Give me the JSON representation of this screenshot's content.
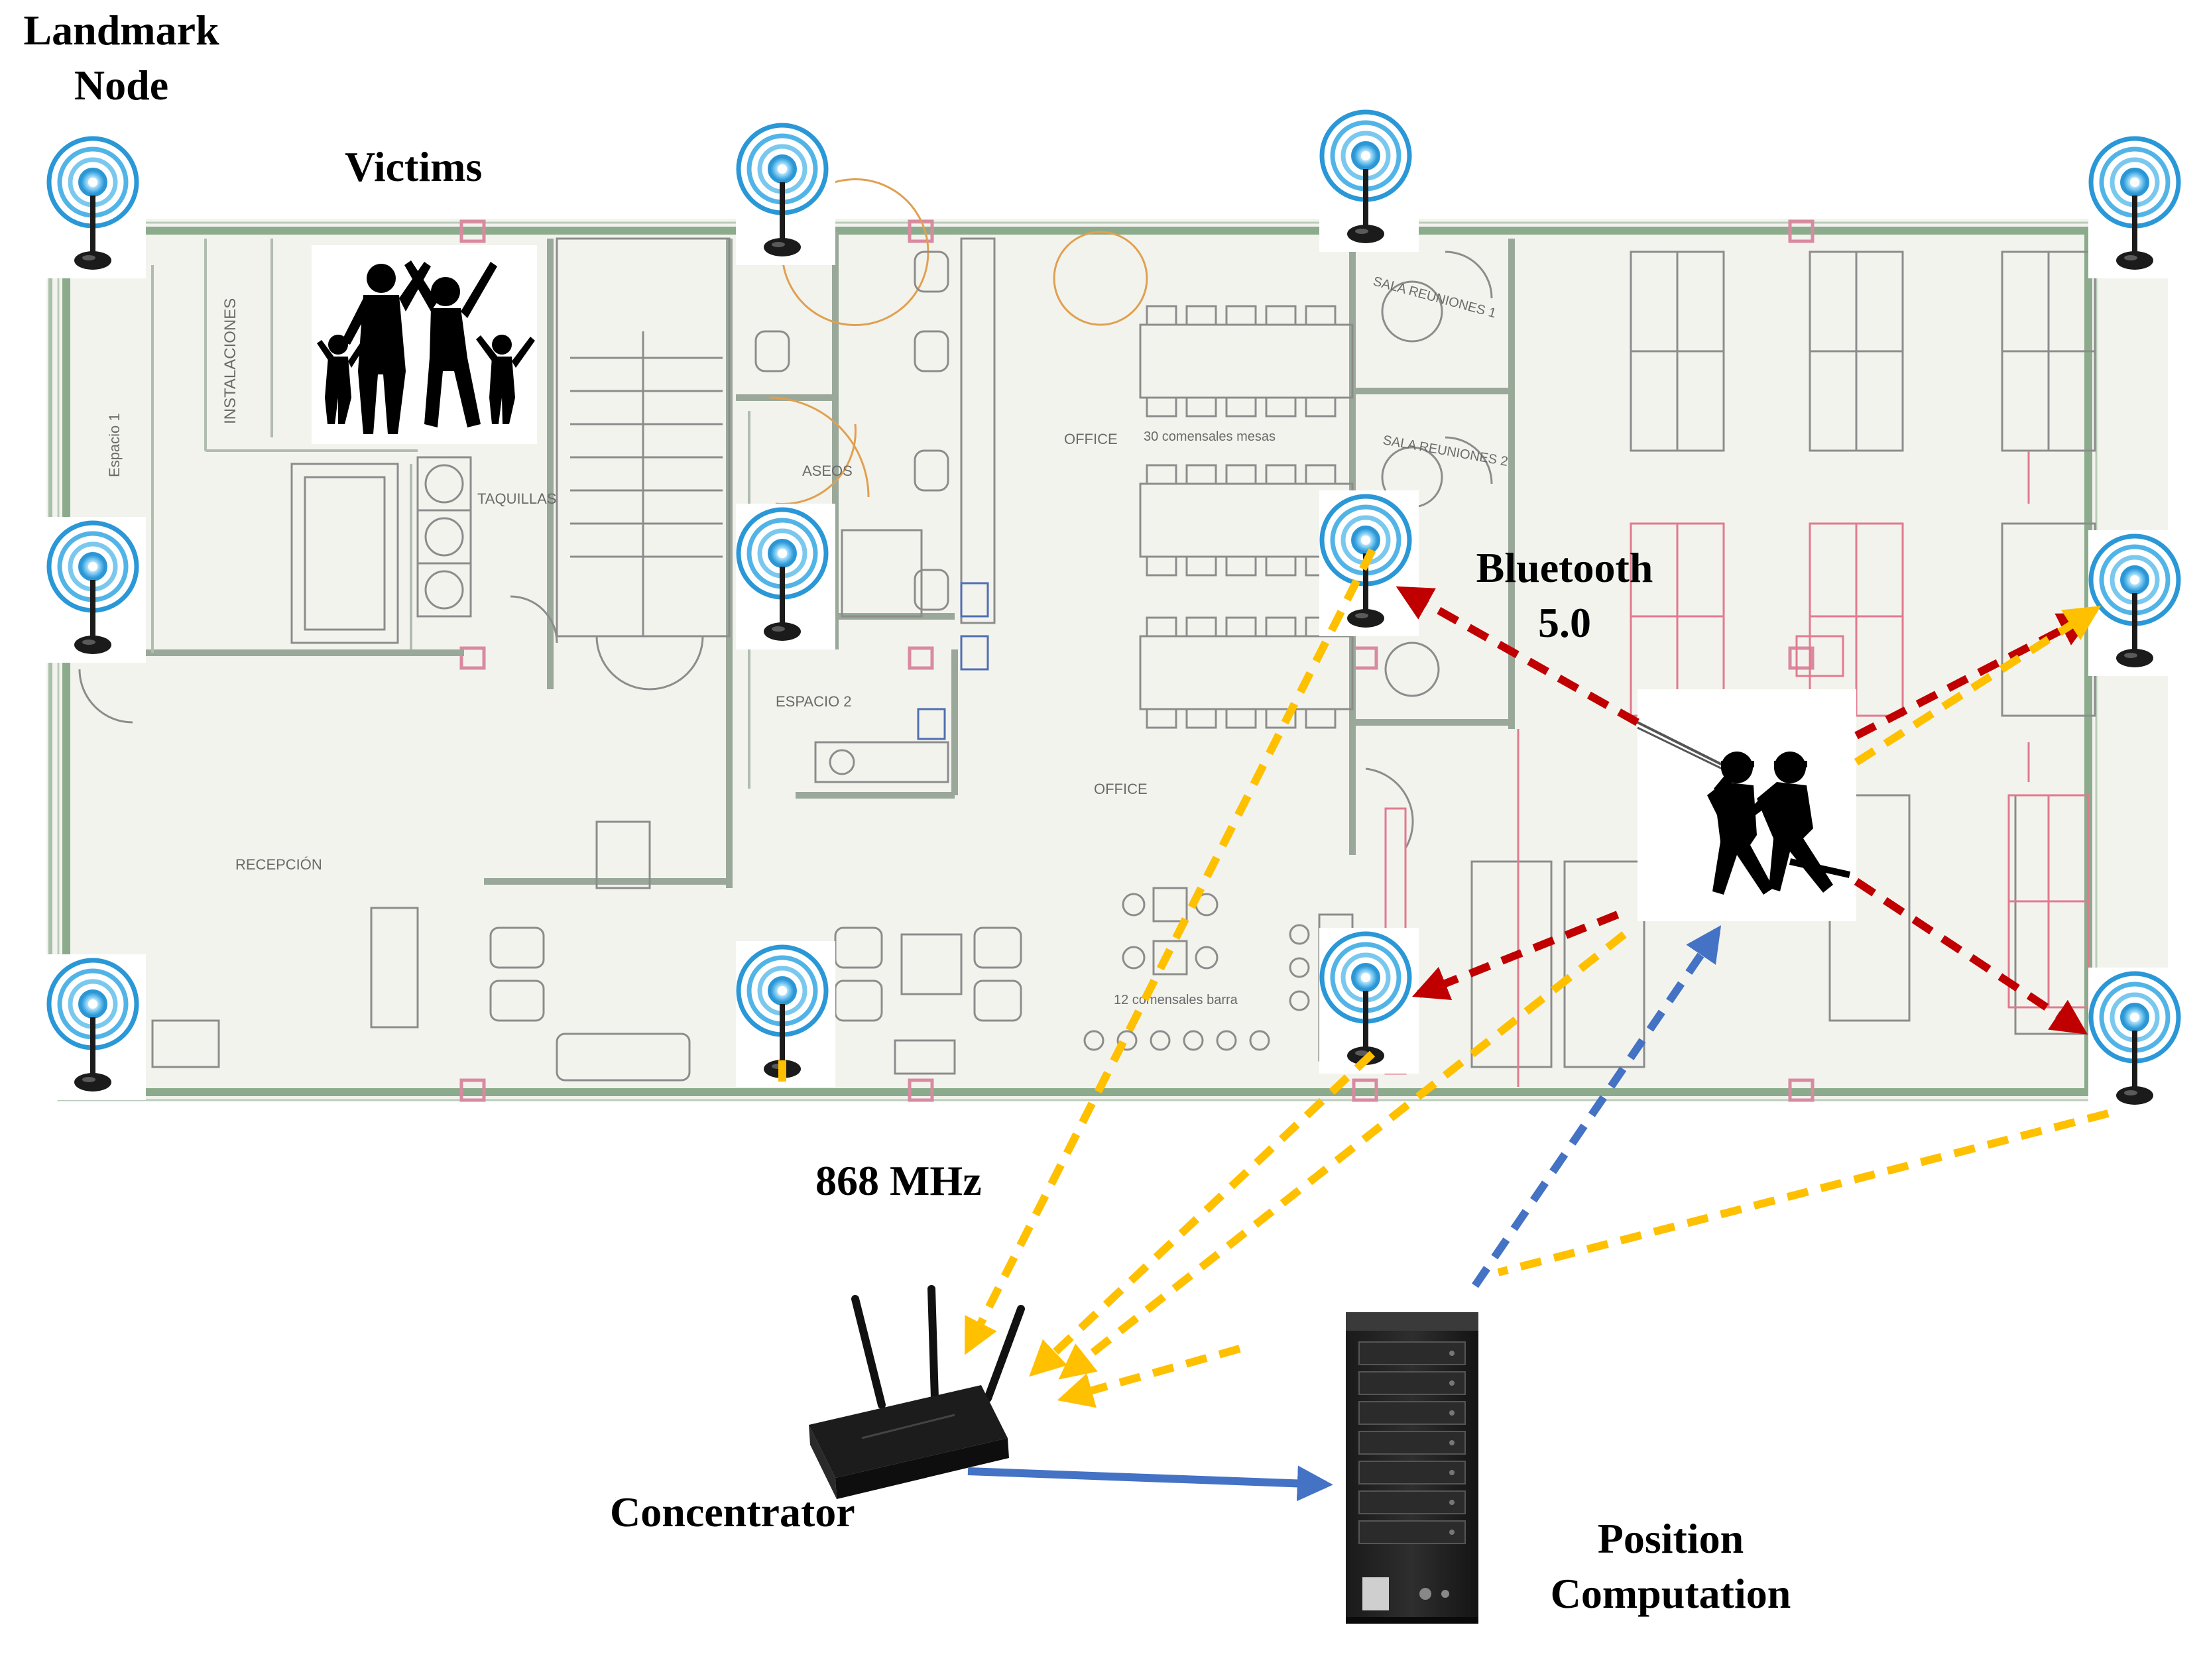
{
  "labels": {
    "landmark_line1": "Landmark",
    "landmark_line2": "Node",
    "victims": "Victims",
    "bluetooth_line1": "Bluetooth",
    "bluetooth_line2": "5.0",
    "freq": "868 MHz",
    "concentrator": "Concentrator",
    "position_line1": "Position",
    "position_line2": "Computation"
  },
  "floorplan_labels": {
    "espacio1": "Espacio 1",
    "instalaciones": "INSTALACIONES",
    "taquillas": "TAQUILLAS",
    "aseos": "ASEOS",
    "office_top": "OFFICE",
    "comensales_mesas": "30 comensales mesas",
    "sala1": "SALA REUNIONES 1",
    "sala2": "SALA REUNIONES 2",
    "espacio2": "ESPACIO 2",
    "office_mid": "OFFICE",
    "recepcion": "RECEPCIÓN",
    "comensales_barra": "12 comensales barra"
  },
  "links": {
    "bluetooth_color": "#c00000",
    "radio_color": "#ffc000",
    "uplink_color": "#4472c4"
  },
  "icons": {
    "landmark": "wifi-antenna-icon",
    "victims": "victims-group-icon",
    "firefighters": "firefighters-icon",
    "router": "router-icon",
    "server": "server-icon"
  }
}
